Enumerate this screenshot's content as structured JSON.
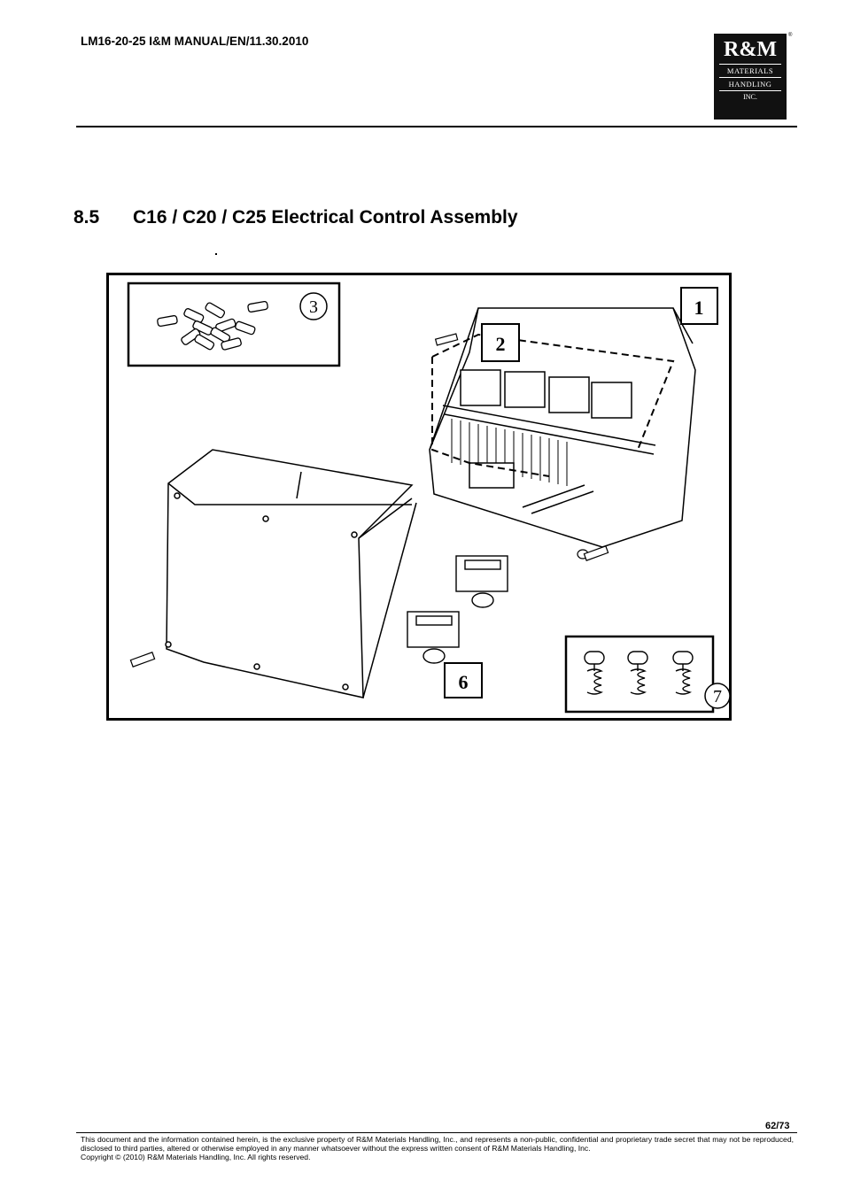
{
  "header": {
    "doc_id": "LM16-20-25 I&M MANUAL/EN/11.30.2010",
    "logo": {
      "line1": "R&M",
      "line2": "MATERIALS",
      "line3": "HANDLING",
      "line4": "INC.",
      "registered": "®"
    }
  },
  "section": {
    "number": "8.5",
    "title": "C16 / C20 / C25 Electrical Control Assembly"
  },
  "figure": {
    "callouts": [
      "1",
      "2",
      "3",
      "6",
      "7"
    ]
  },
  "footer": {
    "page": "62/73",
    "notice": "This document and the information contained herein, is the exclusive property of R&M Materials Handling, Inc., and represents a non-public, confidential and proprietary trade secret that may not be reproduced, disclosed to third parties, altered or otherwise employed in any manner whatsoever without the express written consent of R&M Materials Handling, Inc.",
    "copyright": "Copyright © (2010) R&M Materials Handling, Inc.  All rights reserved."
  }
}
